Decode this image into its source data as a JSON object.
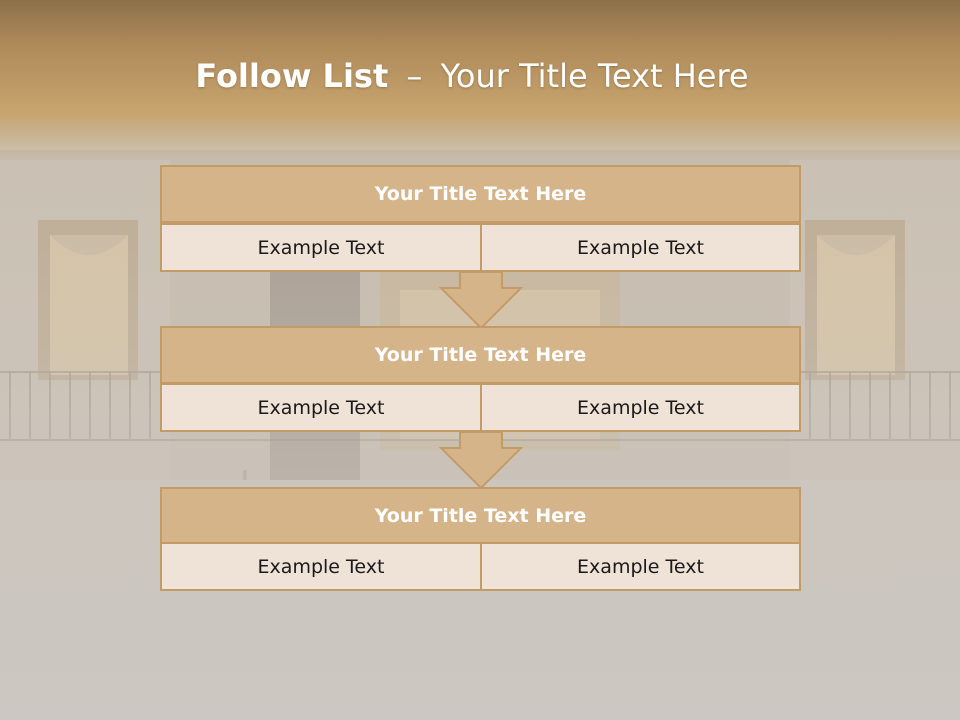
{
  "slide": {
    "title_bold": "Follow List",
    "title_sep": "–",
    "title_rest": "Your Title Text Here"
  },
  "blocks": [
    {
      "title": "Your Title Text Here",
      "cells": [
        "Example Text",
        "Example Text"
      ]
    },
    {
      "title": "Your Title Text Here",
      "cells": [
        "Example Text",
        "Example Text"
      ]
    },
    {
      "title": "Your Title Text Here",
      "cells": [
        "Example Text",
        "Example Text"
      ]
    }
  ],
  "colors": {
    "header_band": "#b08c5c",
    "block_title_fill": "#d6b48a",
    "block_border": "#c29b66",
    "cell_fill": "#efe2d7",
    "arrow_fill": "#d6b48a"
  },
  "icons": [
    "down-arrow-icon"
  ]
}
